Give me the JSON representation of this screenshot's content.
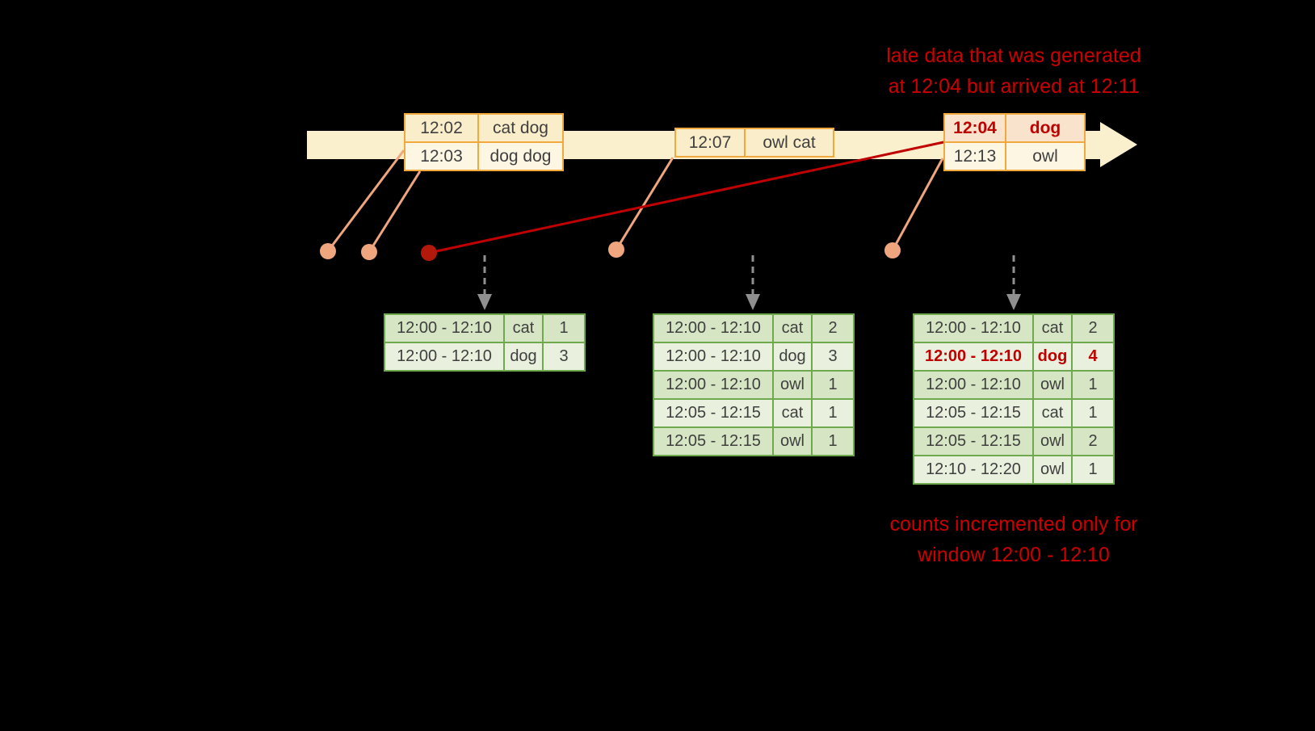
{
  "colors": {
    "background": "#000000",
    "timeline_band": "#FBF0CD",
    "event_border": "#F1A93E",
    "event_bg_dark": "#FAEDC9",
    "event_bg_light": "#FDF6E3",
    "late_event_bg": "#FAE3CD",
    "annotation_red": "#CC0000",
    "late_line_red": "#C00000",
    "result_border": "#6FA94D",
    "result_bg_dark": "#D6E5C3",
    "result_bg_light": "#E9F1DE",
    "event_dot": "#EFA57E",
    "late_event_dot": "#B2190B",
    "trigger_arrow_gray": "#8F8F8F"
  },
  "notes": {
    "late": [
      "late data that was generated",
      "at 12:04 but arrived at 12:11"
    ],
    "counts": [
      "counts incremented only for",
      "window 12:00 - 12:10"
    ]
  },
  "event_tables": {
    "first": {
      "rows": [
        {
          "time": "12:02",
          "words": "cat dog"
        },
        {
          "time": "12:03",
          "words": "dog dog"
        }
      ]
    },
    "second": {
      "rows": [
        {
          "time": "12:07",
          "words": "owl cat"
        }
      ]
    },
    "third": {
      "rows": [
        {
          "time": "12:04",
          "words": "dog"
        },
        {
          "time": "12:13",
          "words": "owl"
        }
      ]
    }
  },
  "result_tables": {
    "t1": {
      "rows": [
        {
          "window": "12:00 - 12:10",
          "word": "cat",
          "count": "1"
        },
        {
          "window": "12:00 - 12:10",
          "word": "dog",
          "count": "3"
        }
      ]
    },
    "t2": {
      "rows": [
        {
          "window": "12:00 - 12:10",
          "word": "cat",
          "count": "2"
        },
        {
          "window": "12:00 - 12:10",
          "word": "dog",
          "count": "3"
        },
        {
          "window": "12:00 - 12:10",
          "word": "owl",
          "count": "1"
        },
        {
          "window": "12:05 - 12:15",
          "word": "cat",
          "count": "1"
        },
        {
          "window": "12:05 - 12:15",
          "word": "owl",
          "count": "1"
        }
      ]
    },
    "t3": {
      "rows": [
        {
          "window": "12:00 - 12:10",
          "word": "cat",
          "count": "2"
        },
        {
          "window": "12:00 - 12:10",
          "word": "dog",
          "count": "4"
        },
        {
          "window": "12:00 - 12:10",
          "word": "owl",
          "count": "1"
        },
        {
          "window": "12:05 - 12:15",
          "word": "cat",
          "count": "1"
        },
        {
          "window": "12:05 - 12:15",
          "word": "owl",
          "count": "2"
        },
        {
          "window": "12:10 - 12:20",
          "word": "owl",
          "count": "1"
        }
      ]
    }
  }
}
